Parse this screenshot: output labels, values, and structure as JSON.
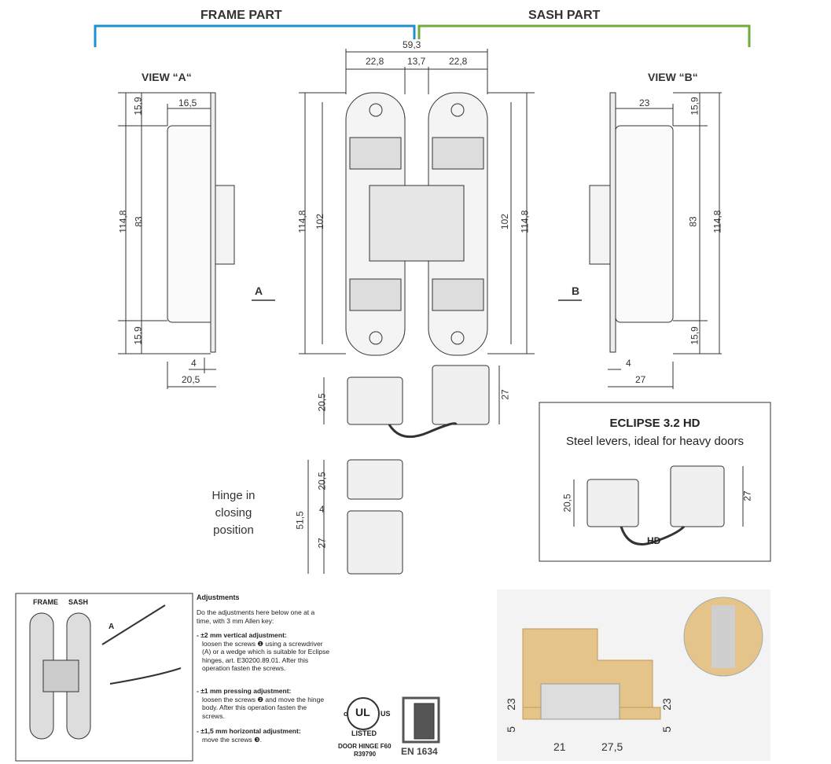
{
  "headers": {
    "frame": "FRAME PART",
    "sash": "SASH PART"
  },
  "views": {
    "a": "VIEW “A“",
    "b": "VIEW “B“",
    "arrow_a": "A",
    "arrow_b": "B"
  },
  "top_dims": {
    "total": "59,3",
    "left": "22,8",
    "mid": "13,7",
    "right": "22,8"
  },
  "view_a_dims": {
    "top": "15,9",
    "mid": "83",
    "total": "114,8",
    "bottom": "15,9",
    "width": "16,5",
    "offset": "4",
    "depth": "20,5"
  },
  "center_dims": {
    "left_inner": "102",
    "left_total": "114,8",
    "right_inner": "102",
    "right_total": "114,8"
  },
  "view_b_dims": {
    "top": "15,9",
    "mid": "83",
    "total": "114,8",
    "bottom": "15,9",
    "width": "23",
    "offset": "4",
    "depth": "27"
  },
  "side_dims": {
    "left": "20,5",
    "right": "27"
  },
  "closing": {
    "label": "Hinge in closing position",
    "d1": "20,5",
    "d2": "4",
    "d3": "27",
    "total": "51,5"
  },
  "eclipse": {
    "title": "ECLIPSE 3.2 HD",
    "subtitle": "Steel levers, ideal for heavy doors",
    "d_left": "20,5",
    "d_right": "27",
    "lever": "HD"
  },
  "adjust_fig": {
    "frame": "FRAME",
    "sash": "SASH",
    "a": "A"
  },
  "adjustments": {
    "title": "Adjustments",
    "intro": "Do the adjustments here below one at a time, with 3 mm Allen key:",
    "items": [
      {
        "head": "- ±2 mm vertical adjustment:",
        "body": "loosen the screws ❶ using a screwdriver (A) or a wedge which is suitable for Eclipse hinges, art. E30200.89.01. After this operation fasten the screws."
      },
      {
        "head": "- ±1 mm pressing adjustment:",
        "body": "loosen the screws ❷ and move the hinge body. After this operation fasten the screws."
      },
      {
        "head": "- ±1,5 mm horizontal adjustment:",
        "body": "move the screws ❸."
      }
    ]
  },
  "cert": {
    "ul_c": "c",
    "ul": "UL",
    "ul_us": "US",
    "listed": "LISTED",
    "hinge": "DOOR HINGE F60",
    "code": "R39790",
    "en": "EN 1634"
  },
  "install": {
    "l1": "23",
    "l2": "5",
    "r1": "23",
    "r2": "5",
    "b1": "21",
    "b2": "27,5"
  },
  "colors": {
    "frame": "#1e90d0",
    "sash": "#6fac3a",
    "wood": "#e5c48a"
  }
}
